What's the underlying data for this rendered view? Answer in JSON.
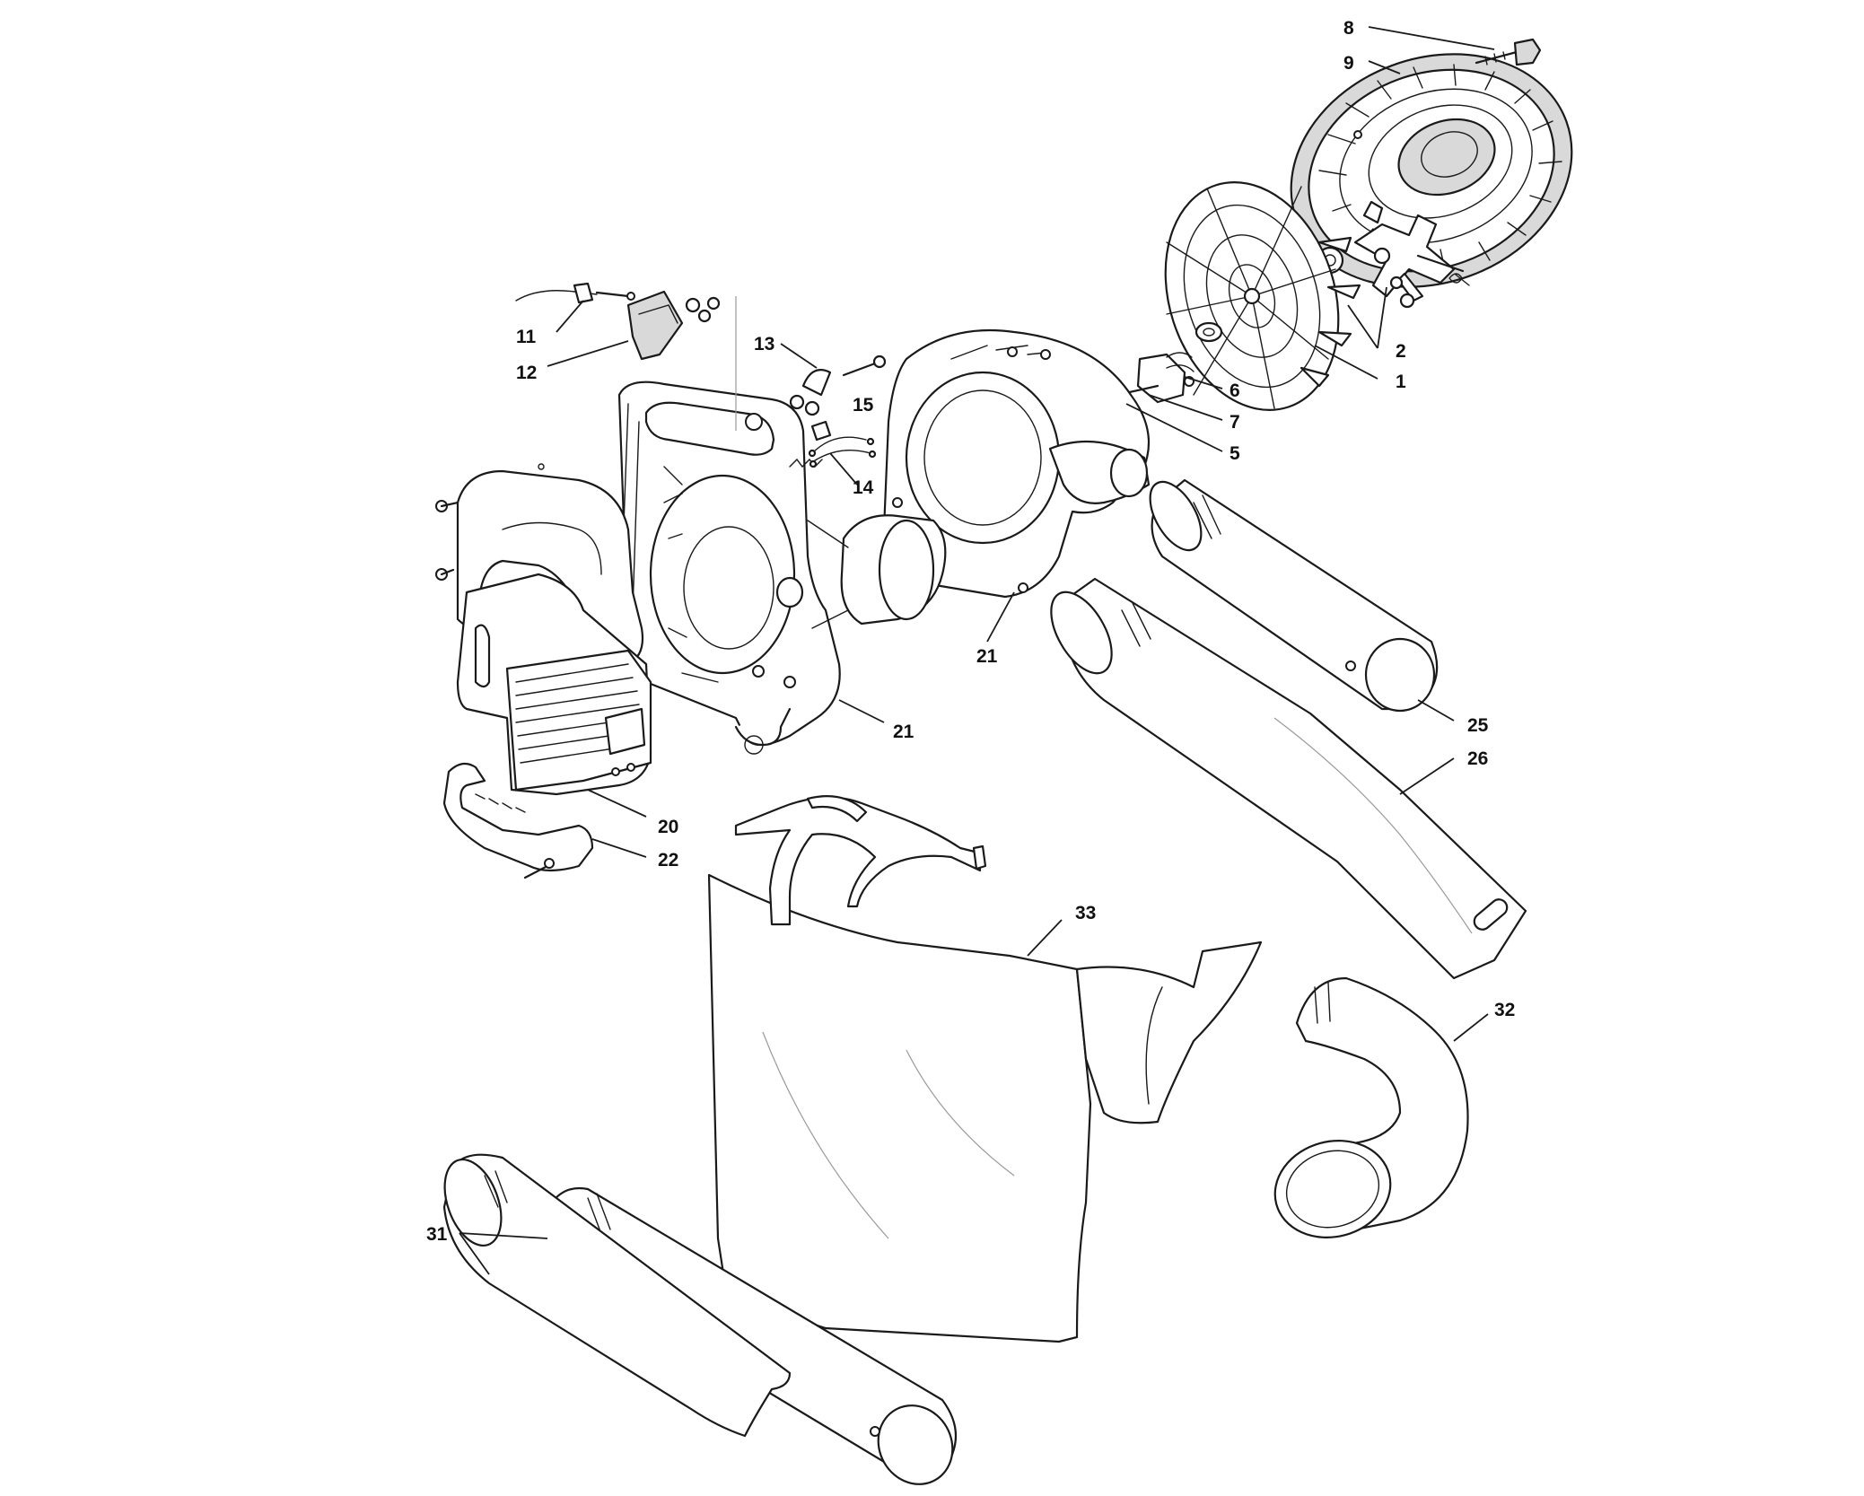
{
  "callouts": {
    "c1": "1",
    "c2": "2",
    "c5": "5",
    "c6": "6",
    "c7": "7",
    "c8": "8",
    "c9": "9",
    "c11": "11",
    "c12": "12",
    "c13": "13",
    "c14": "14",
    "c15": "15",
    "c20": "20",
    "c21a": "21",
    "c21b": "21",
    "c22": "22",
    "c25": "25",
    "c26": "26",
    "c31": "31",
    "c32": "32",
    "c33": "33"
  },
  "colors": {
    "line": "#1a1a1a",
    "fill": "#ffffff",
    "shade": "#d9d9d9"
  }
}
